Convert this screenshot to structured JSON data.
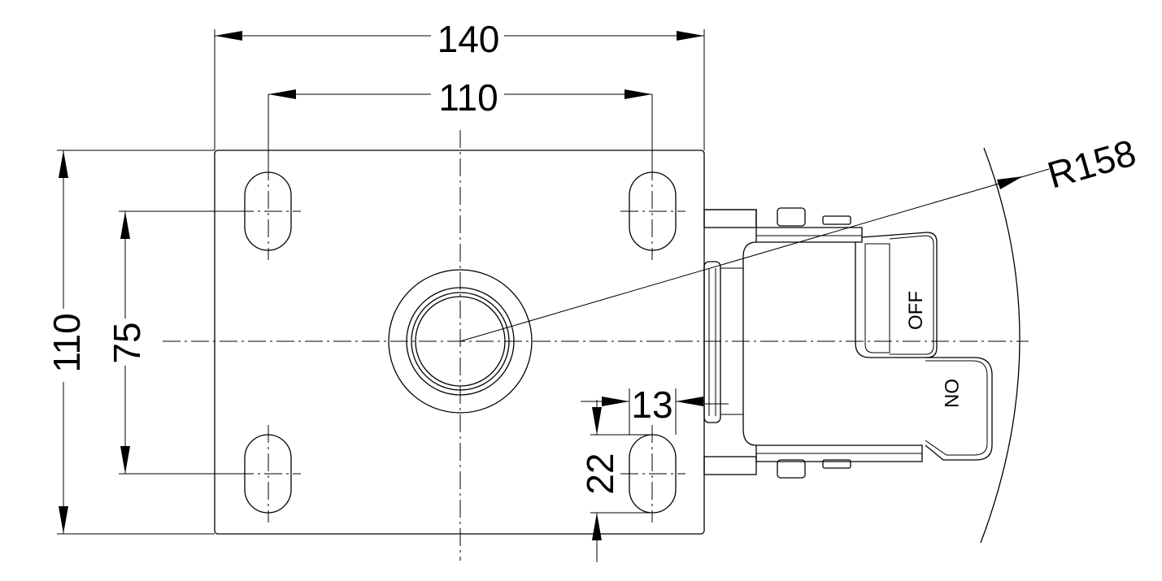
{
  "dimensions": {
    "plate_width": "140",
    "hole_spacing_x": "110",
    "plate_height": "110",
    "hole_spacing_y": "75",
    "slot_width": "13",
    "slot_length": "22",
    "radius": "R158"
  },
  "labels": {
    "off": "OFF",
    "on": "ON"
  }
}
